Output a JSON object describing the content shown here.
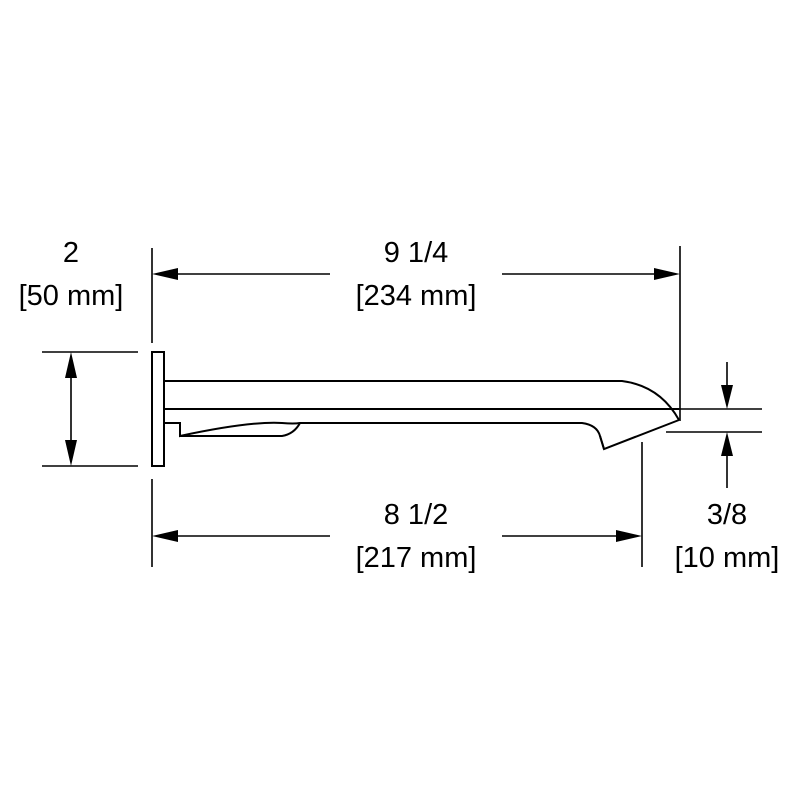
{
  "dimensions": {
    "overall_length": {
      "imperial": "9 1/4",
      "metric": "[234 mm]"
    },
    "reach_length": {
      "imperial": "8 1/2",
      "metric": "[217 mm]"
    },
    "flange_height": {
      "imperial": "2",
      "metric": "[50 mm]"
    },
    "outlet_height": {
      "imperial": "3/8",
      "metric": "[10 mm]"
    }
  },
  "colors": {
    "line": "#000000",
    "background": "#ffffff"
  }
}
